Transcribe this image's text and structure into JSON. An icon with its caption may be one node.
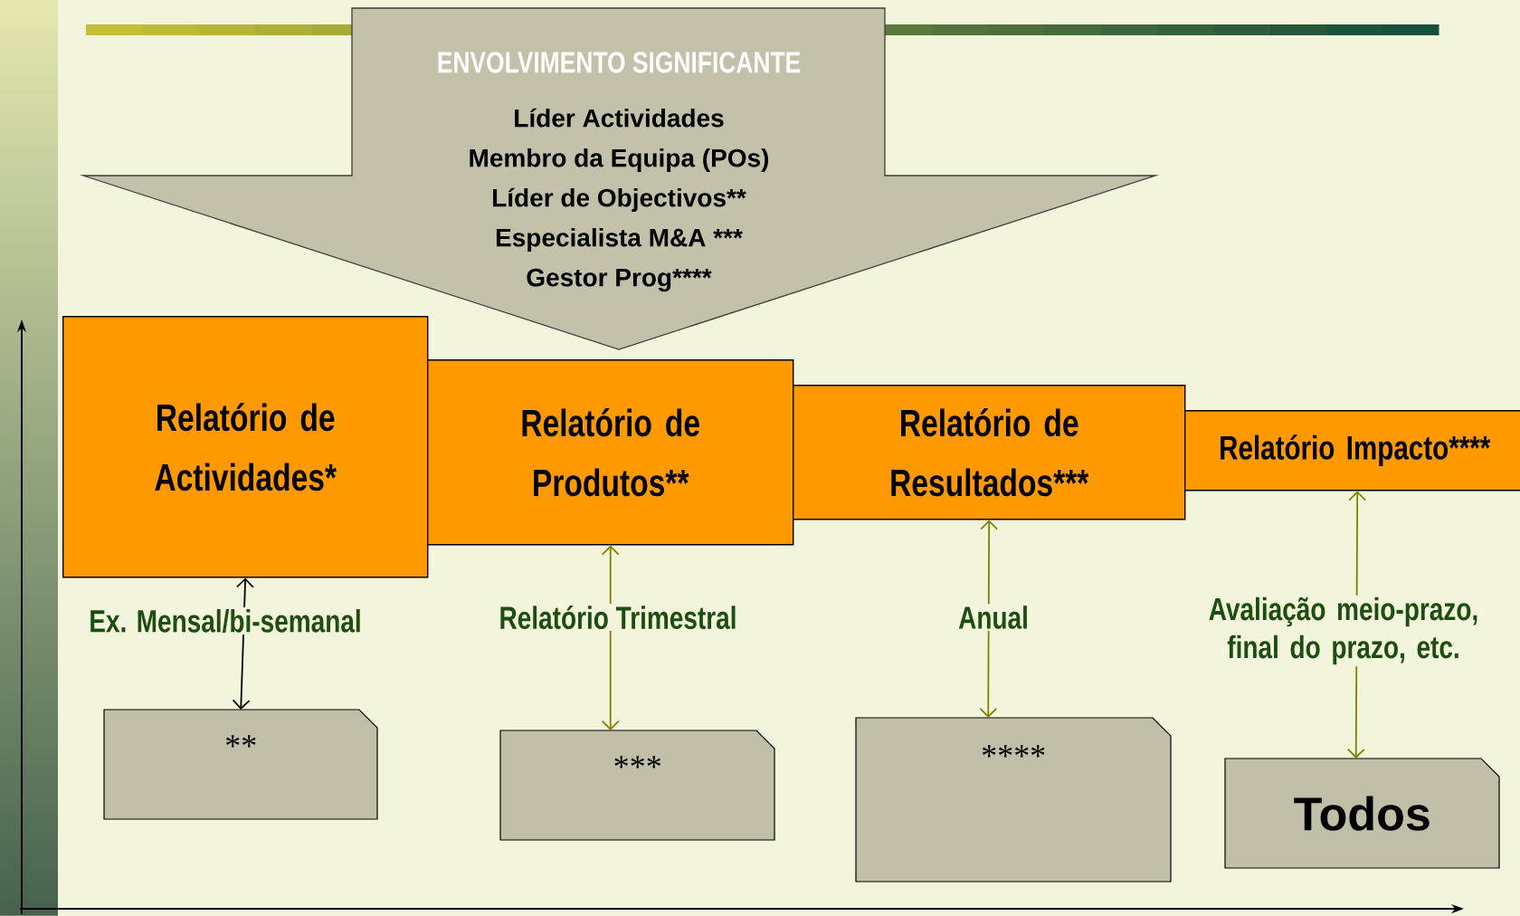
{
  "diagram": {
    "nodes": [
      {
        "text": [
          "ENVOLVIMENTO SIGNIFICANTE",
          "Líder Actividades",
          "Membro da Equipa (POs)",
          "Líder de Objectivos**",
          "Especialista M&A ***",
          "Gestor Prog****"
        ]
      },
      {
        "text": [
          "Relatório de Actividades*"
        ]
      },
      {
        "text": [
          "Relatório de Produtos**"
        ]
      },
      {
        "text": [
          "Relatório de Resultados***"
        ]
      },
      {
        "text": [
          "Relatório Impacto****"
        ]
      },
      {
        "text": [
          "**"
        ]
      },
      {
        "text": [
          "***"
        ]
      },
      {
        "text": [
          "****"
        ]
      },
      {
        "text": [
          "Todos"
        ]
      }
    ],
    "edges": [
      {
        "from": 1,
        "to": 5,
        "arrow": "both",
        "label": "Ex. Mensal/bi-semanal",
        "color": "#000000"
      },
      {
        "from": 2,
        "to": 6,
        "arrow": "both",
        "label": "Relatório Trimestral"
      },
      {
        "from": 3,
        "to": 7,
        "arrow": "both",
        "label": "Anual"
      },
      {
        "from": 4,
        "to": 8,
        "arrow": "both",
        "label": "Avaliação meio-prazo, final do prazo, etc."
      }
    ]
  }
}
